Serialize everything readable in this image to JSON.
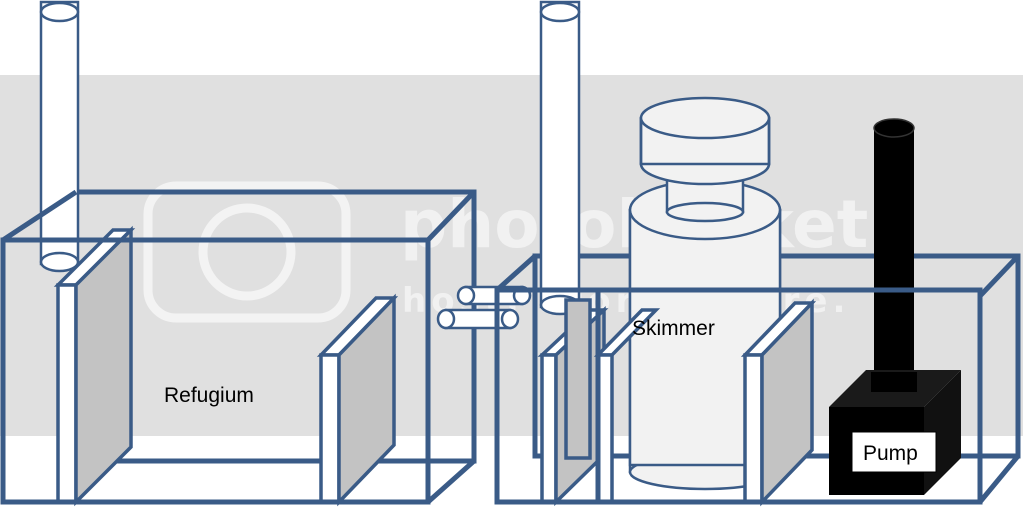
{
  "labels": {
    "refugium": "Refugium",
    "skimmer": "Skimmer",
    "pump": "Pump"
  },
  "watermark": {
    "brand": "photobucket",
    "tagline": "host. store. share."
  },
  "colors": {
    "tank_outline": "#3a5b87",
    "background_band": "#e0e0e0",
    "baffle_glass": "#c3c3c3",
    "pump": "#000000"
  }
}
